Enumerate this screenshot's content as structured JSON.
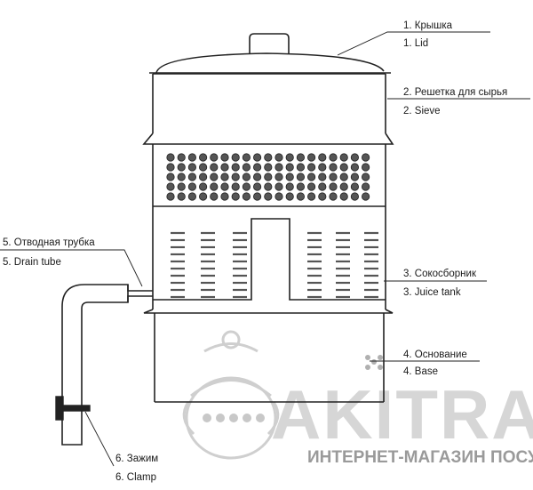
{
  "labels": [
    {
      "ru": "1. Крышка",
      "en": "1. Lid"
    },
    {
      "ru": "2. Решетка для сырья",
      "en": "2. Sieve"
    },
    {
      "ru": "3. Сокосборник",
      "en": "3. Juice tank"
    },
    {
      "ru": "4. Основание",
      "en": "4. Base"
    },
    {
      "ru": "5. Отводная трубка",
      "en": "5. Drain tube"
    },
    {
      "ru": "6. Зажим",
      "en": "6. Clamp"
    }
  ],
  "watermark": {
    "brand": "AKITRA",
    "tagline": "ИНТЕРНЕТ-МАГАЗИН ПОСУДЫ"
  }
}
